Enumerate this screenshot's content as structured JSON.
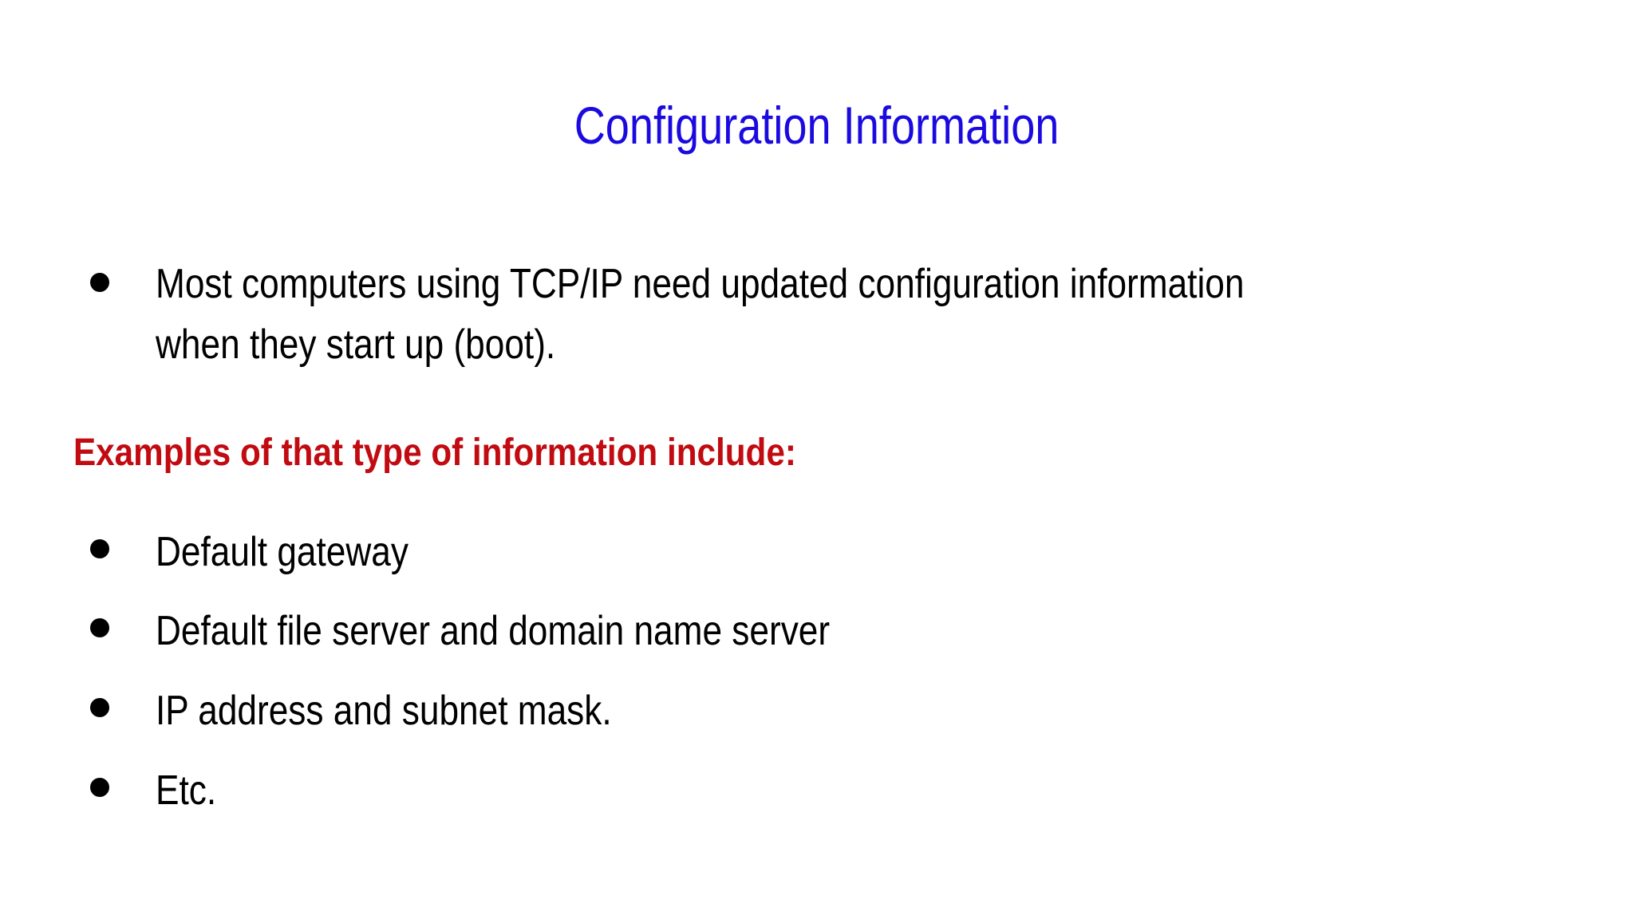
{
  "slide": {
    "title": "Configuration Information",
    "title_color": "#1a0ae0",
    "background_color": "#ffffff",
    "text_color": "#000000",
    "emphasis_color": "#c10b11",
    "bullet_glyph": "filled-circle"
  },
  "content": {
    "paragraph_bullet": {
      "line1": "Most computers using TCP/IP need updated configuration information",
      "line2": "when they start up (boot)."
    },
    "emphasis_heading": "Examples of that type of information include:",
    "list_items": [
      {
        "label": "Default gateway"
      },
      {
        "label": "Default file server and domain name server"
      },
      {
        "label": "IP address and subnet mask."
      },
      {
        "label": "Etc."
      }
    ]
  }
}
